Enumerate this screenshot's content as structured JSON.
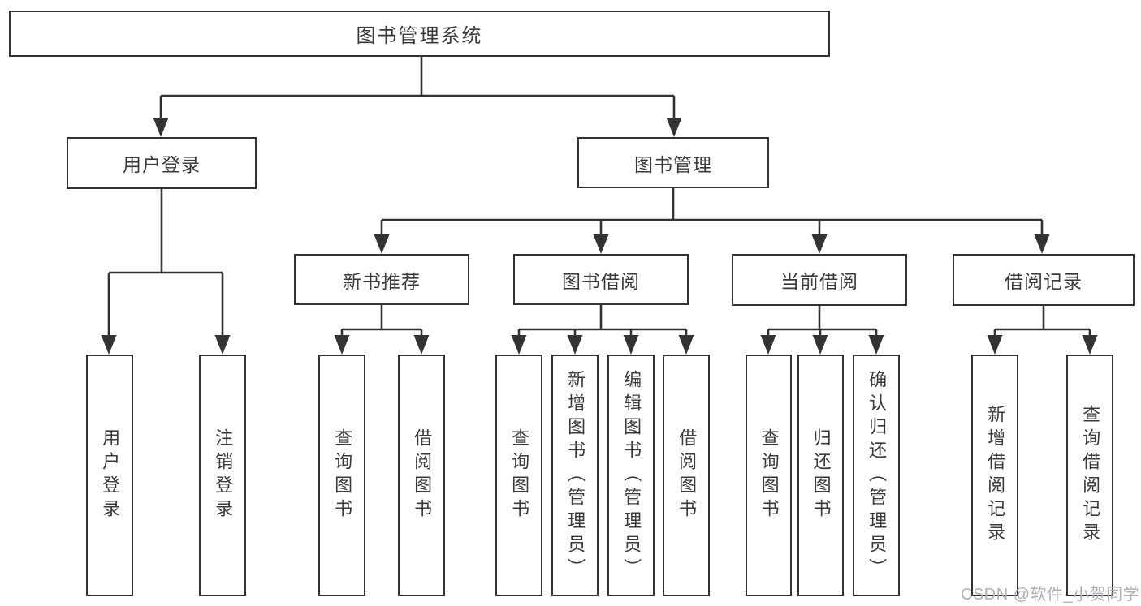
{
  "diagram": {
    "type": "hierarchy-diagram",
    "watermark": "CSDN @软件_小贺同学",
    "colors": {
      "line": "#333333",
      "box_border": "#333333",
      "text": "#3a3a3a",
      "watermark": "#abacb3",
      "background": "#ffffff"
    },
    "root": {
      "label": "图书管理系统",
      "children": [
        {
          "label": "用户登录",
          "children": [
            {
              "label": "用户登录"
            },
            {
              "label": "注销登录"
            }
          ]
        },
        {
          "label": "图书管理",
          "children": [
            {
              "label": "新书推荐",
              "children": [
                {
                  "label": "查询图书"
                },
                {
                  "label": "借阅图书"
                }
              ]
            },
            {
              "label": "图书借阅",
              "children": [
                {
                  "label": "查询图书"
                },
                {
                  "label": "新增图书（管理员）"
                },
                {
                  "label": "编辑图书（管理员）"
                },
                {
                  "label": "借阅图书"
                }
              ]
            },
            {
              "label": "当前借阅",
              "children": [
                {
                  "label": "查询图书"
                },
                {
                  "label": "归还图书"
                },
                {
                  "label": "确认归还（管理员）"
                }
              ]
            },
            {
              "label": "借阅记录",
              "children": [
                {
                  "label": "新增借阅记录"
                },
                {
                  "label": "查询借阅记录"
                }
              ]
            }
          ]
        }
      ]
    }
  }
}
